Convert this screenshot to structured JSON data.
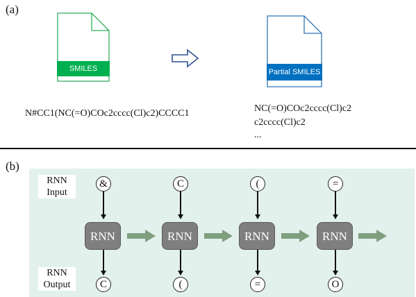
{
  "panel_a": {
    "label": "(a)",
    "left_doc": {
      "banner": "SMILES",
      "border_color": "#2fae5a",
      "banner_color": "#00b050"
    },
    "right_doc": {
      "banner": "Partial SMILES",
      "border_color": "#2e75b6",
      "banner_color": "#0070c0"
    },
    "arrow_color": "#2f4f8f",
    "full_smiles": "N#CC1(NC(=O)COc2cccc(Cl)c2)CCCC1",
    "partials": [
      "NC(=O)COc2cccc(Cl)c2",
      "c2cccc(Cl)c2",
      "..."
    ]
  },
  "panel_b": {
    "label": "(b)",
    "input_label_line1": "RNN",
    "input_label_line2": "Input",
    "output_label_line1": "RNN",
    "output_label_line2": "Output",
    "cell_label": "RNN",
    "inputs": [
      "&",
      "C",
      "(",
      "="
    ],
    "outputs": [
      "C",
      "(",
      "=",
      "O"
    ],
    "background_color": "#e3f1ec",
    "flow_arrow_color": "#7f9f7f"
  }
}
